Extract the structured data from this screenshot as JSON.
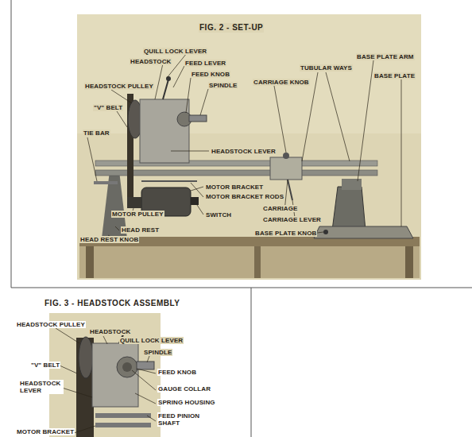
{
  "diagram": {
    "labels": [
      "FIG. 2 - SET-UP",
      "QUILL LOCK LEVER",
      "HEADSTOCK",
      "FEED LEVER",
      "FEED KNOB",
      "SPINDLE",
      "HEADSTOCK PULLEY",
      "\"V\" BELT",
      "TIE BAR",
      "HEADSTOCK LEVER",
      "MOTOR BRACKET",
      "MOTOR BRACKET RODS",
      "SWITCH",
      "MOTOR PULLEY",
      "HEAD REST",
      "HEAD REST KNOB",
      "TUBULAR WAYS",
      "CARRIAGE KNOB",
      "BASE PLATE ARM",
      "BASE PLATE",
      "CARRIAGE",
      "CARRIAGE LEVER",
      "BASE PLATE KNOB",
      "FIG. 3 - HEADSTOCK ASSEMBLY",
      "HEADSTOCK PULLEY",
      "HEADSTOCK",
      "QUILL LOCK LEVER",
      "SPINDLE",
      "\"V\" BELT",
      "FEED KNOB",
      "HEADSTOCK LEVER",
      "GAUGE COLLAR",
      "SPRING HOUSING",
      "FEED PINION SHAFT",
      "MOTOR BRACKET"
    ]
  }
}
